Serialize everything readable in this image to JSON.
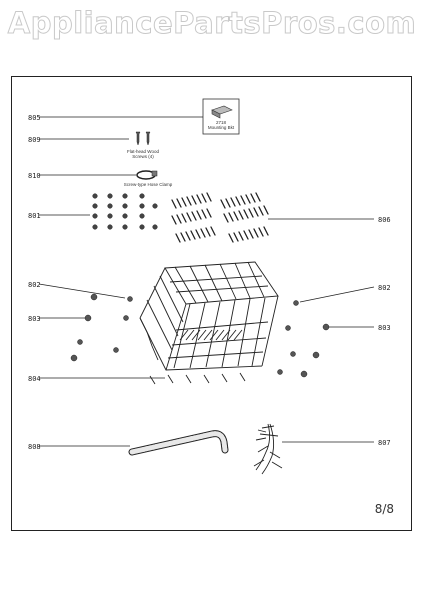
{
  "watermark": "AppliancePartsPros.com",
  "page_number": "8/8",
  "callouts": {
    "c805": "805",
    "c809": "809",
    "c810": "810",
    "c801": "801",
    "c806": "806",
    "c802_left": "802",
    "c802_right": "802",
    "c803_left": "803",
    "c803_right": "803",
    "c804": "804",
    "c808": "808",
    "c807": "807"
  },
  "captions": {
    "mounting_box_line1": "2718",
    "mounting_box_line2": "Mounting Bkt",
    "screws_line1": "Flat-head Wood",
    "screws_line2": "Screws (4)",
    "hose_clamp": "Screw-type Hose Clamp"
  },
  "icons": {
    "mounting_box": "mounting-bracket-icon",
    "wood_screws": "wood-screw-icon",
    "hose_clamp": "hose-clamp-icon",
    "fasteners": "fastener-icon",
    "tines": "tine-row-icon",
    "dish_rack": "dish-rack-icon",
    "wheels": "rack-wheel-icon",
    "drain_hose": "drain-hose-icon",
    "wire_harness": "wire-harness-icon"
  }
}
